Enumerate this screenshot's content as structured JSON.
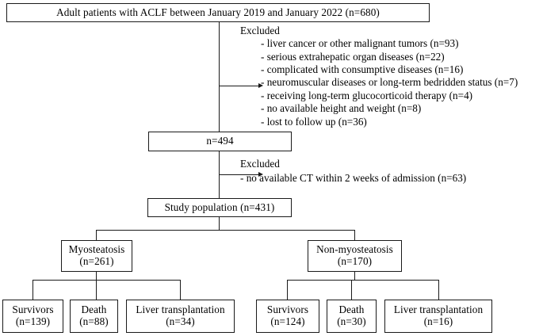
{
  "diagram": {
    "title": "ACLF study patient selection flowchart",
    "type": "flowchart",
    "colors": {
      "stroke": "#1a1a1a",
      "background": "#ffffff",
      "text": "#000000"
    }
  },
  "nodes": {
    "enrolled": {
      "label": "Adult patients with ACLF between January 2019 and January 2022 (n=680)",
      "n": 680
    },
    "after_first_exclusion": {
      "label": "n=494",
      "n": 494
    },
    "study_population": {
      "label": "Study population (n=431)",
      "n": 431
    },
    "myosteatosis": {
      "line1": "Myosteatosis",
      "line2": "(n=261)",
      "n": 261
    },
    "non_myosteatosis": {
      "line1": "Non-myosteatosis",
      "line2": "(n=170)",
      "n": 170
    },
    "myo_survivors": {
      "line1": "Survivors",
      "line2": "(n=139)",
      "n": 139
    },
    "myo_death": {
      "line1": "Death",
      "line2": "(n=88)",
      "n": 88
    },
    "myo_transplant": {
      "line1": "Liver transplantation",
      "line2": "(n=34)",
      "n": 34
    },
    "nonmyo_survivors": {
      "line1": "Survivors",
      "line2": "(n=124)",
      "n": 124
    },
    "nonmyo_death": {
      "line1": "Death",
      "line2": "(n=30)",
      "n": 30
    },
    "nonmyo_transplant": {
      "line1": "Liver transplantation",
      "line2": "(n=16)",
      "n": 16
    }
  },
  "exclusions_1": {
    "title": "Excluded",
    "items": [
      "- liver cancer or other malignant tumors (n=93)",
      "- serious extrahepatic organ diseases (n=22)",
      "- complicated with consumptive diseases (n=16)",
      "- neuromuscular diseases or long-term bedridden status (n=7)",
      "- receiving long-term glucocorticoid therapy (n=4)",
      "- no available height and weight (n=8)",
      "- lost to follow up (n=36)"
    ]
  },
  "exclusions_2": {
    "title": "Excluded",
    "items": [
      "- no available CT within 2 weeks of admission (n=63)"
    ]
  }
}
